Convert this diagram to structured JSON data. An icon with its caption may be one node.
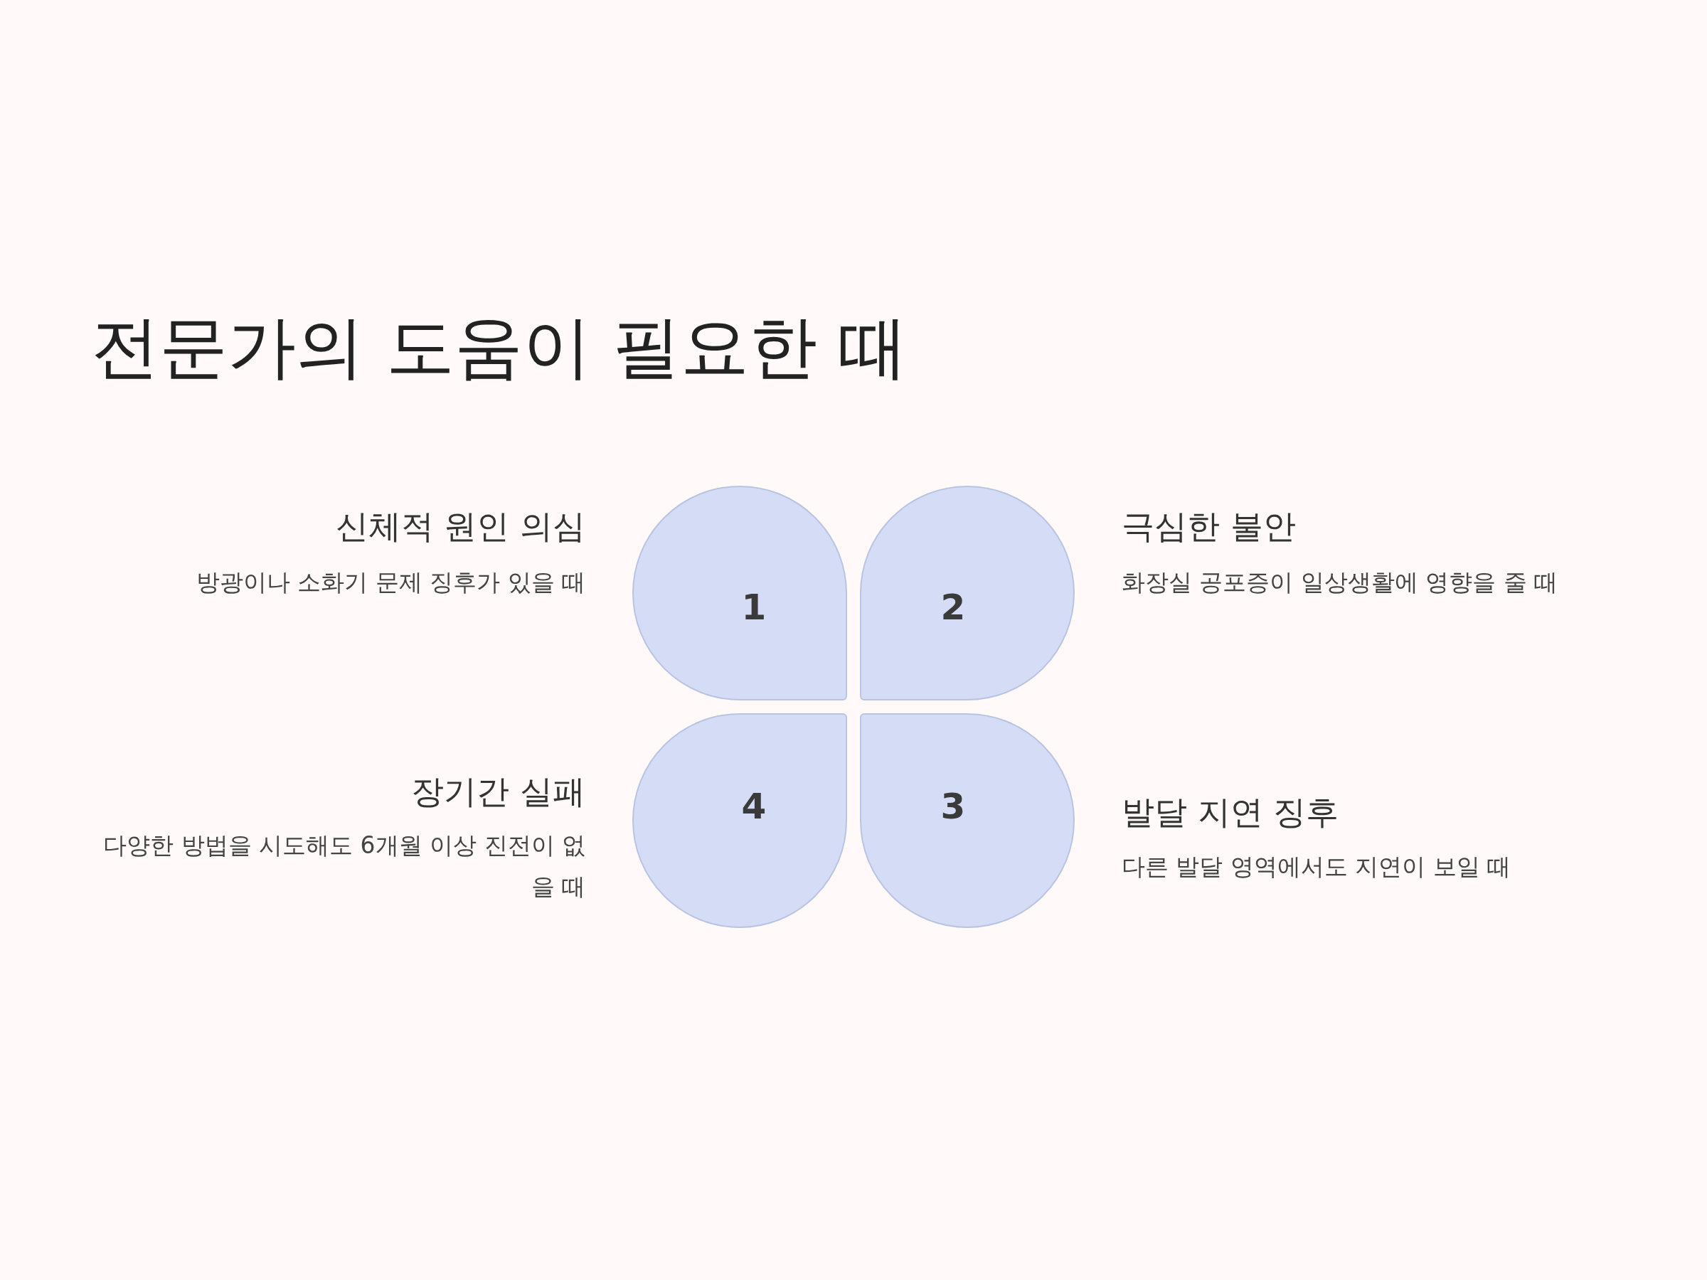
{
  "diagram": {
    "title": "전문가의 도움이 필요한 때",
    "nodes": [
      {
        "text": [
          "1"
        ],
        "beside": [
          "신체적 원인 의심",
          "방광이나 소화기 문제 징후가 있을 때"
        ]
      },
      {
        "text": [
          "2"
        ],
        "beside": [
          "극심한 불안",
          "화장실 공포증이 일상생활에 영향을 줄 때"
        ]
      },
      {
        "text": [
          "4"
        ],
        "beside": [
          "장기간 실패",
          "다양한 방법을 시도해도 6개월 이상 진전이 없을 때"
        ]
      },
      {
        "text": [
          "3"
        ],
        "beside": [
          "발달 지연 징후",
          "다른 발달 영역에서도 지연이 보일 때"
        ]
      }
    ],
    "edges": []
  }
}
